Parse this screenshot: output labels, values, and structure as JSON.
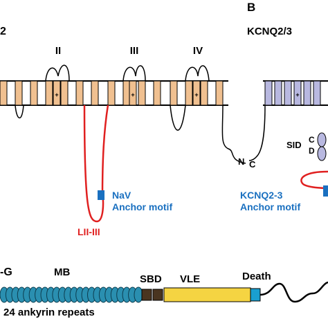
{
  "panel_a": {
    "title_fragment": "2",
    "domains": [
      "II",
      "III",
      "IV"
    ],
    "c_terminus": "C",
    "loop_label": "LII-III",
    "motif_label_line1": "NaV",
    "motif_label_line2": "Anchor motif"
  },
  "panel_b": {
    "panel_letter": "B",
    "title": "KCNQ2/3",
    "n_terminus": "N",
    "sid_label": "SID",
    "helix_c": "C",
    "helix_d": "D",
    "motif_label_line1": "KCNQ2-3",
    "motif_label_line2": "Anchor motif"
  },
  "panel_c": {
    "title_fragment": "-G",
    "mb_label": "MB",
    "repeats_label": "24 ankyrin repeats",
    "sbd_label": "SBD",
    "vle_label": "VLE",
    "death_label": "Death"
  },
  "colors": {
    "membrane_tan": "#f0c090",
    "kcnq_lavender": "#b8b8e0",
    "loop_red": "#e02020",
    "motif_blue": "#1a70c0",
    "vle_yellow": "#f5d442",
    "repeat_teal": "#2a8fb0",
    "sbd_brown": "#4a3520"
  }
}
